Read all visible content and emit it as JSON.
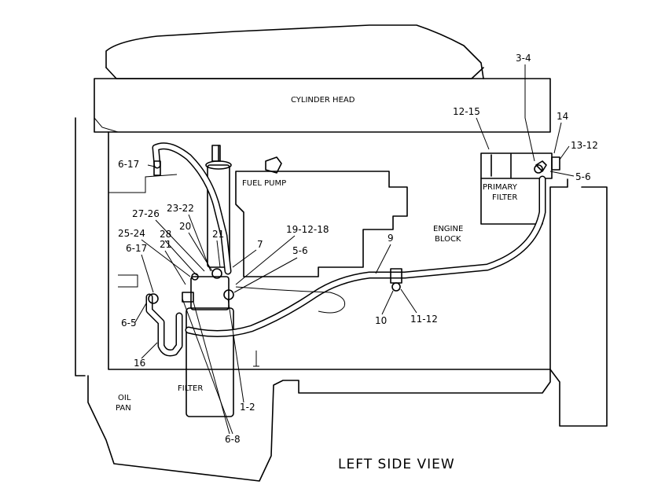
{
  "title": "LEFT SIDE VIEW",
  "components": {
    "cylinder_head": "CYLINDER HEAD",
    "fuel_pump": "FUEL PUMP",
    "engine_block_line1": "ENGINE",
    "engine_block_line2": "BLOCK",
    "primary_filter_line1": "PRIMARY",
    "primary_filter_line2": "FILTER",
    "oil_pan_line1": "OIL",
    "oil_pan_line2": "PAN",
    "filter": "FILTER"
  },
  "callouts": {
    "c3_4": "3-4",
    "c12_15": "12-15",
    "c14": "14",
    "c13_12": "13-12",
    "c5_6_right": "5-6",
    "c6_17_top": "6-17",
    "c27_26": "27-26",
    "c23_22": "23-22",
    "c20": "20",
    "c21_upper": "21",
    "c28": "28",
    "c25_24": "25-24",
    "c21_lower": "21",
    "c6_17_mid": "6-17",
    "c7": "7",
    "c19_12_18": "19-12-18",
    "c5_6_mid": "5-6",
    "c9": "9",
    "c10": "10",
    "c11_12": "11-12",
    "c6_5": "6-5",
    "c16": "16",
    "c1_2": "1-2",
    "c6_8": "6-8"
  }
}
